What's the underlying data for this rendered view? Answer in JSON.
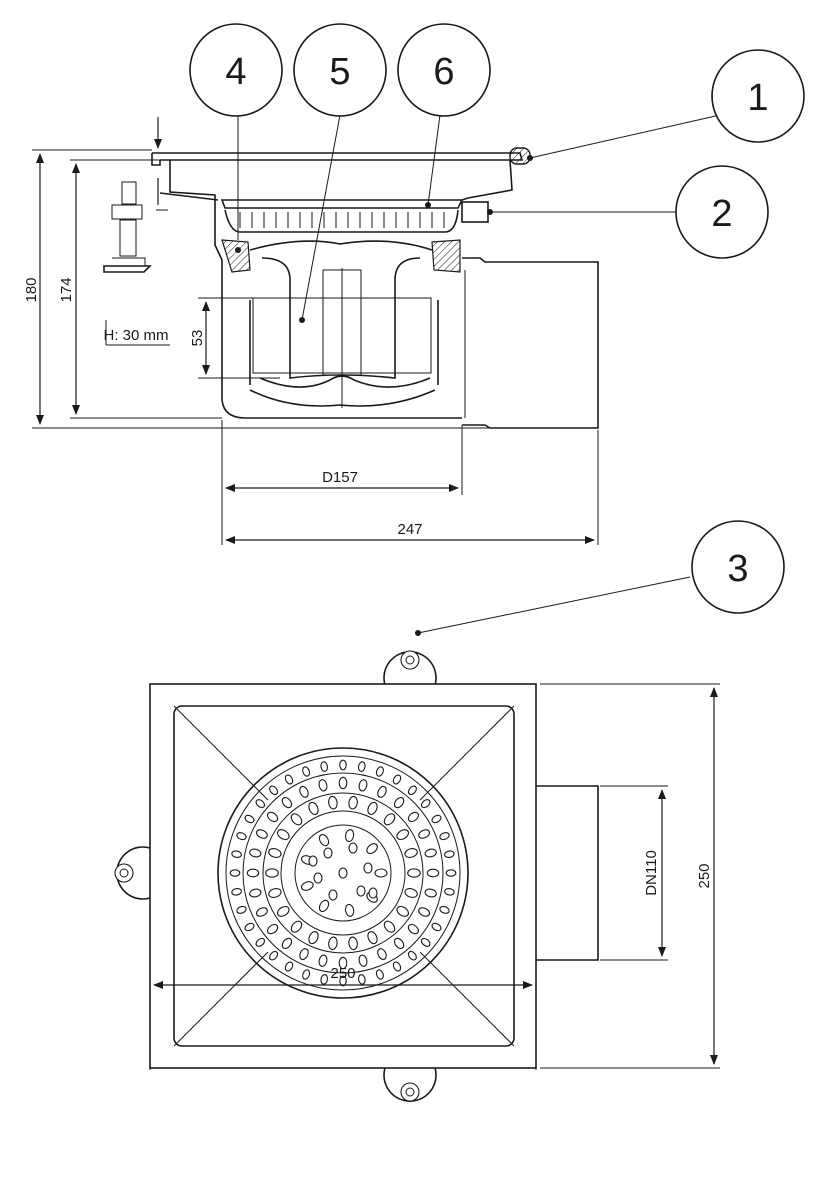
{
  "callouts": [
    "1",
    "2",
    "3",
    "4",
    "5",
    "6"
  ],
  "dimensions": {
    "height_total": "180",
    "height_inner": "174",
    "height_note": "H: 30 mm",
    "depth_53": "53",
    "diameter": "D157",
    "length": "247",
    "width_bottom": "250",
    "width_right": "250",
    "outlet": "DN110"
  },
  "colors": {
    "line": "#1a1a1a",
    "background": "#ffffff"
  }
}
